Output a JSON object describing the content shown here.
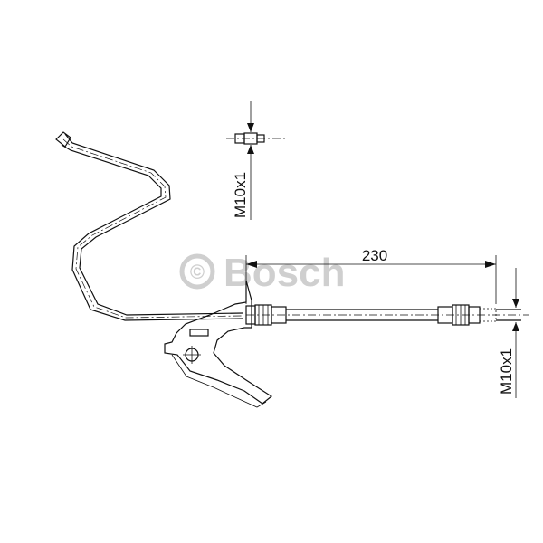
{
  "drawing": {
    "dimensions": {
      "length_label": "230",
      "thread_top": "M10x1",
      "thread_right": "M10x1"
    },
    "watermark": {
      "copyright_symbol": "©",
      "brand": "Bosch"
    }
  }
}
